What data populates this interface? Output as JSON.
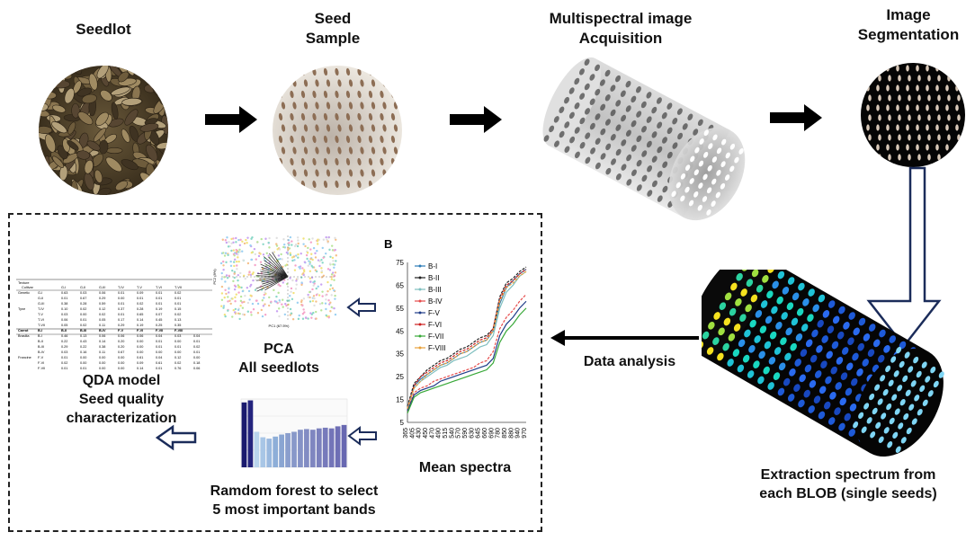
{
  "stages": {
    "seedlot": "Seedlot",
    "seed_sample": "Seed\nSample",
    "acquisition": "Multispectral image\nAcquisition",
    "segmentation": "Image\nSegmentation",
    "extraction": "Extraction spectrum from\neach BLOB (single seeds)",
    "data_analysis": "Data analysis",
    "mean_spectra": "Mean spectra",
    "pca": "PCA\nAll seedlots",
    "random_forest": "Ramdom forest to select\n5 most important bands",
    "qda": "QDA model\nSeed quality characterization"
  },
  "chart_data": {
    "type": "line",
    "panel_label": "B",
    "x": [
      "365",
      "405",
      "430",
      "450",
      "470",
      "490",
      "515",
      "540",
      "570",
      "590",
      "630",
      "645",
      "660",
      "690",
      "780",
      "850",
      "880",
      "940",
      "970"
    ],
    "ylim": [
      5,
      75
    ],
    "yticks": [
      75,
      65,
      55,
      45,
      35,
      25,
      15,
      5
    ],
    "series": [
      {
        "name": "B-I",
        "color": "#2c7bb6",
        "values": [
          11,
          21,
          24,
          26,
          28,
          30,
          31,
          33,
          35,
          36,
          38,
          40,
          41,
          45,
          57,
          64,
          67,
          70,
          72
        ]
      },
      {
        "name": "B-II",
        "color": "#222222",
        "values": [
          12,
          22,
          25,
          28,
          30,
          32,
          33,
          35,
          37,
          38,
          40,
          42,
          43,
          46,
          60,
          66,
          68,
          71,
          73
        ]
      },
      {
        "name": "B-III",
        "color": "#7fbfbf",
        "values": [
          11,
          20,
          23,
          25,
          27,
          29,
          30,
          32,
          33,
          34,
          36,
          38,
          39,
          43,
          55,
          62,
          65,
          69,
          71
        ]
      },
      {
        "name": "B-IV",
        "color": "#e64c4c",
        "values": [
          10,
          18,
          20,
          21,
          23,
          24,
          25,
          26,
          27,
          28,
          29,
          31,
          32,
          36,
          46,
          51,
          54,
          58,
          61
        ]
      },
      {
        "name": "F-V",
        "color": "#1f3c88",
        "values": [
          10,
          17,
          19,
          20,
          21,
          23,
          24,
          25,
          26,
          27,
          28,
          29,
          30,
          33,
          43,
          48,
          51,
          55,
          58
        ]
      },
      {
        "name": "F-VI",
        "color": "#cc1f1f",
        "values": [
          11,
          21,
          25,
          27,
          29,
          31,
          32,
          34,
          36,
          37,
          39,
          41,
          42,
          46,
          59,
          65,
          67,
          70,
          72
        ]
      },
      {
        "name": "F-VII",
        "color": "#38a838",
        "values": [
          9,
          16,
          18,
          19,
          20,
          21,
          22,
          23,
          24,
          25,
          26,
          27,
          28,
          31,
          40,
          45,
          48,
          52,
          55
        ]
      },
      {
        "name": "F-VIII",
        "color": "#e8a13a",
        "values": [
          11,
          20,
          23,
          26,
          28,
          30,
          31,
          33,
          35,
          36,
          38,
          40,
          41,
          45,
          58,
          64,
          66,
          69,
          71
        ]
      }
    ]
  },
  "rf_bars": {
    "values": [
      0.95,
      0.98,
      0.52,
      0.44,
      0.42,
      0.45,
      0.48,
      0.5,
      0.52,
      0.55,
      0.56,
      0.55,
      0.57,
      0.58,
      0.57,
      0.6,
      0.62
    ],
    "colors": [
      "#1a1a6e",
      "#24247e",
      "#b9d4ec",
      "#a8c6e6",
      "#9ab9df",
      "#8eaed8",
      "#8aa5d2",
      "#8a9ecd",
      "#8898c9",
      "#8592c6",
      "#828cc3",
      "#7f86c0",
      "#7b80bd",
      "#777abb",
      "#7374b8",
      "#6e6eb5",
      "#6868b1"
    ]
  },
  "pca_axes": {
    "x": "PC1 (67.5%)",
    "y": "PC2 (8%)"
  },
  "qda_table": {
    "header": [
      "Texture",
      "G-I",
      "G-II",
      "G-III",
      "T-IV",
      "T-V",
      "T-VI",
      "T-VII"
    ],
    "group1": "Cultivar",
    "rows1": [
      [
        "Genetic",
        "G-I",
        "0.63",
        "0.03",
        "0.06",
        "0.01",
        "0.09",
        "0.01",
        "0.02"
      ],
      [
        "",
        "G-II",
        "0.01",
        "0.67",
        "0.29",
        "0.00",
        "0.01",
        "0.01",
        "0.01"
      ],
      [
        "",
        "G-III",
        "0.38",
        "0.28",
        "0.59",
        "0.01",
        "0.02",
        "0.01",
        "0.01"
      ],
      [
        "Tyne",
        "T-IV",
        "0.10",
        "0.02",
        "0.12",
        "0.37",
        "0.28",
        "0.19",
        "0.15"
      ],
      [
        "",
        "T-V",
        "0.03",
        "0.00",
        "0.02",
        "0.01",
        "0.65",
        "0.07",
        "0.02"
      ],
      [
        "",
        "T-VI",
        "0.06",
        "0.01",
        "0.05",
        "0.17",
        "0.14",
        "0.45",
        "0.13"
      ],
      [
        "",
        "T-VII",
        "0.05",
        "0.02",
        "0.11",
        "0.29",
        "0.19",
        "0.25",
        "0.35"
      ]
    ],
    "header2": [
      "Carrot",
      "B-I",
      "B-II",
      "B-III",
      "B-IV",
      "F-V",
      "F-VI",
      "F-VII",
      "F-VIII"
    ],
    "rows2": [
      [
        "Brasilia",
        "B-I",
        "0.46",
        "0.13",
        "0.06",
        "0.06",
        "0.06",
        "0.04",
        "0.03",
        "0.04"
      ],
      [
        "",
        "B-II",
        "0.22",
        "0.43",
        "0.14",
        "0.20",
        "0.00",
        "0.01",
        "0.00",
        "0.01"
      ],
      [
        "",
        "B-III",
        "0.29",
        "0.22",
        "0.38",
        "0.20",
        "0.00",
        "0.01",
        "0.01",
        "0.02"
      ],
      [
        "",
        "B-IV",
        "0.03",
        "0.16",
        "0.11",
        "0.67",
        "0.00",
        "0.00",
        "0.00",
        "0.01"
      ],
      [
        "Francine",
        "F-V",
        "0.01",
        "0.00",
        "0.00",
        "0.00",
        "0.61",
        "0.04",
        "0.12",
        "0.00"
      ],
      [
        "",
        "F-VI",
        "0.02",
        "0.00",
        "0.00",
        "0.00",
        "0.09",
        "0.61",
        "0.02",
        "0.18"
      ],
      [
        "",
        "F-VII",
        "0.01",
        "0.01",
        "0.00",
        "0.00",
        "0.14",
        "0.01",
        "0.76",
        "0.06"
      ],
      [
        "",
        "F-VIII",
        "0.07",
        "0.00",
        "0.01",
        "0.00",
        "0.01",
        "0.19",
        "0.06",
        "0.67"
      ]
    ]
  }
}
